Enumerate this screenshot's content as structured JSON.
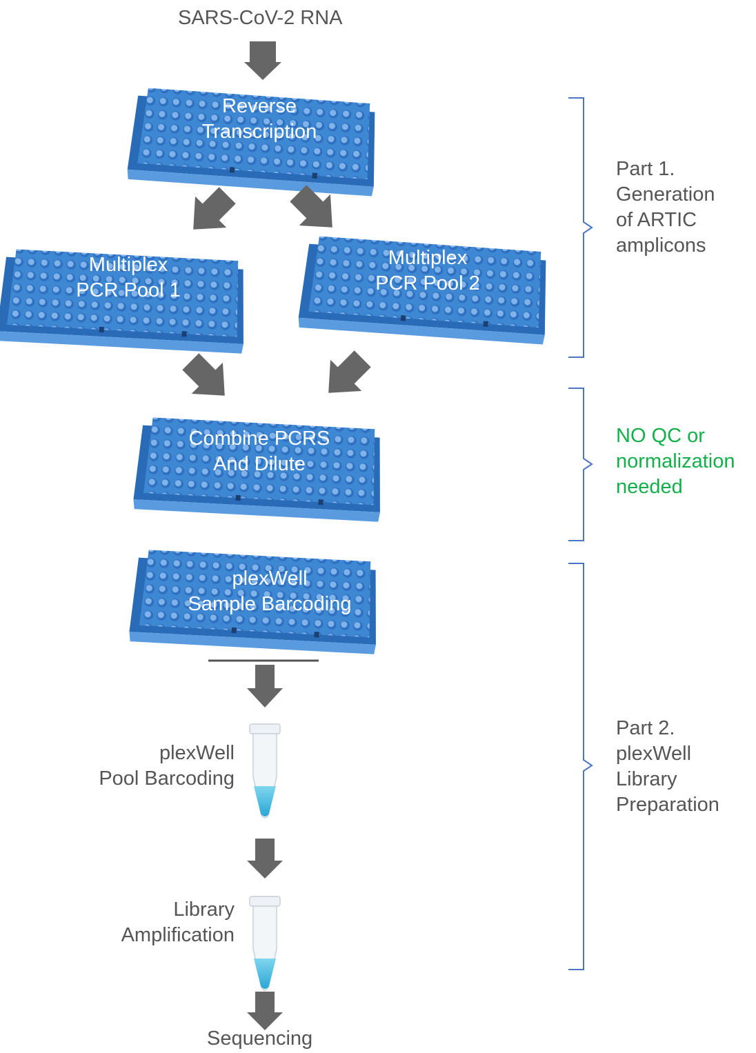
{
  "source": "SARS-CoV-2 RNA",
  "plates": {
    "rt": [
      "Reverse",
      "Transcription"
    ],
    "pool1": [
      "Multiplex",
      "PCR Pool 1"
    ],
    "pool2": [
      "Multiplex",
      "PCR Pool 2"
    ],
    "combine": [
      "Combine PCRS",
      "And Dilute"
    ],
    "barcode": [
      "plexWell",
      "Sample Barcoding"
    ]
  },
  "tubes": {
    "pool": [
      "plexWell",
      "Pool Barcoding"
    ],
    "amp": [
      "Library",
      "Amplification"
    ]
  },
  "output": "Sequencing",
  "brackets": {
    "part1": [
      "Part 1.",
      "Generation",
      "of ARTIC",
      "amplicons"
    ],
    "qc": [
      "NO QC or",
      "normalization",
      "needed"
    ],
    "part2": [
      "Part 2.",
      "plexWell",
      "Library",
      "Preparation"
    ]
  },
  "colors": {
    "plate": "#3d87d3",
    "plate_dark": "#2a6bb8",
    "well": "#2e6fc0",
    "arrow": "#666666",
    "bracket": "#4a74c4",
    "highlight": "#12b04a",
    "liquid": "#4dbfe0"
  }
}
